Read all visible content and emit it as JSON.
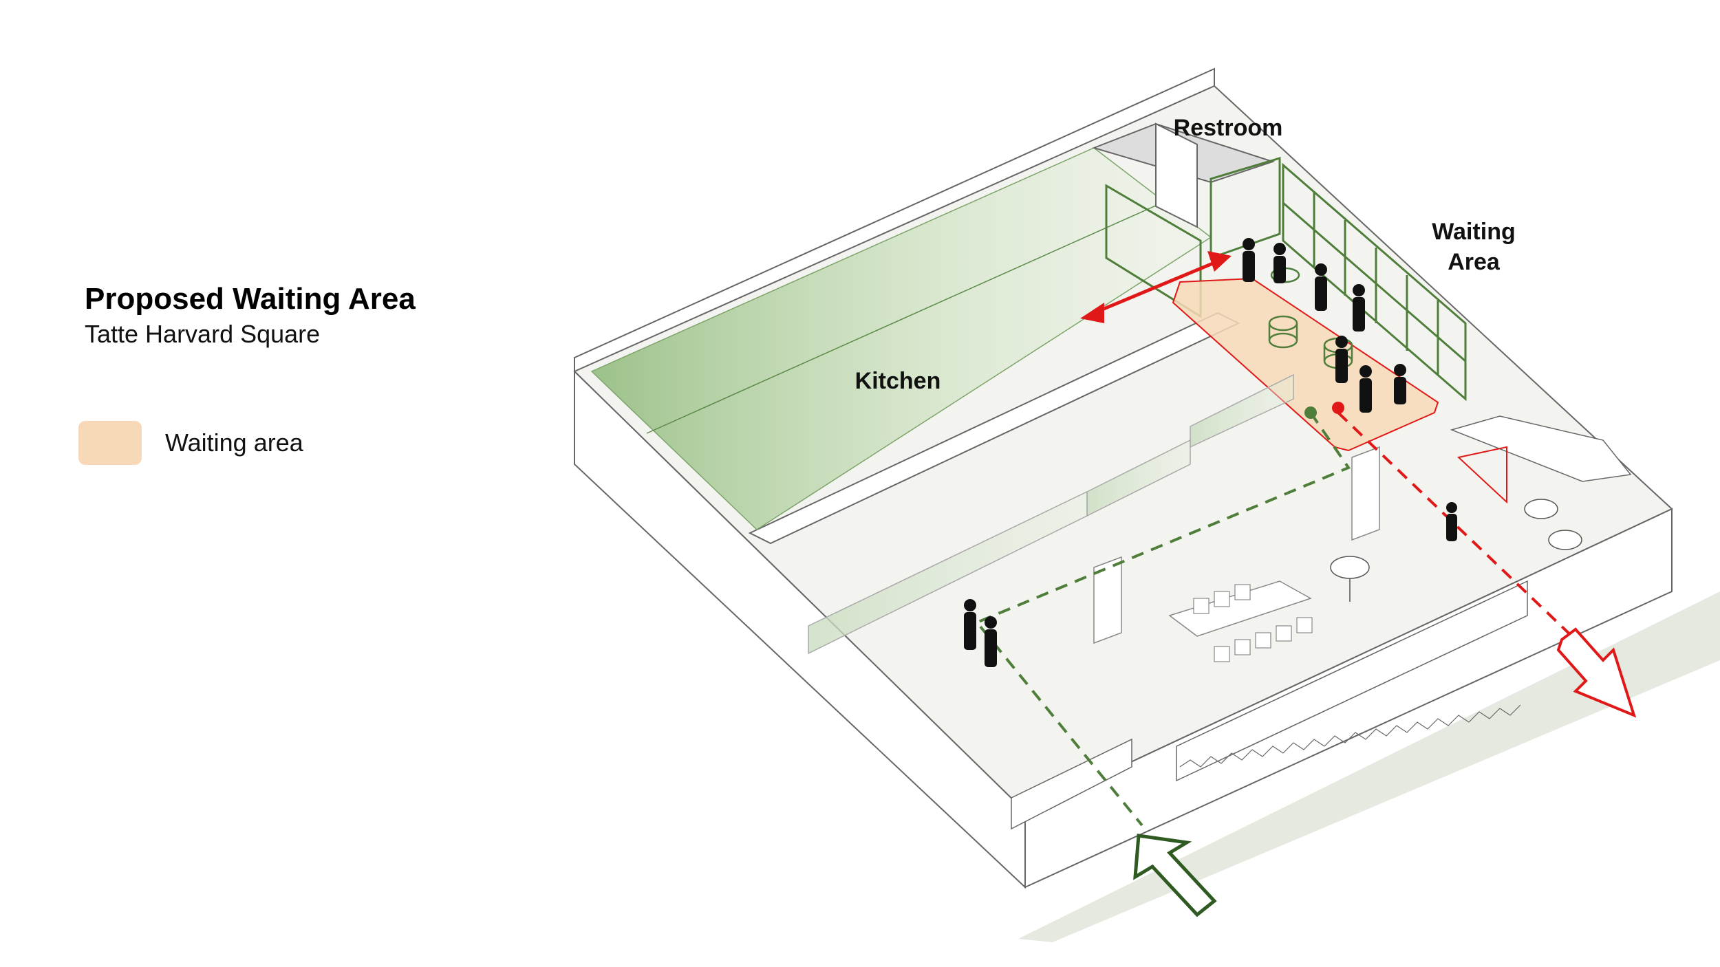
{
  "title": "Proposed Waiting Area",
  "subtitle": "Tatte Harvard Square",
  "legend": {
    "waiting_area_label": "Waiting area",
    "waiting_area_color": "#f7d9b8"
  },
  "rooms": {
    "restroom": "Restroom",
    "waiting_area_line1": "Waiting",
    "waiting_area_line2": "Area",
    "kitchen": "Kitchen"
  },
  "colors": {
    "kitchen_green": "#8db878",
    "green_line": "#4f7d3a",
    "dark_green_arrow": "#2f5a22",
    "red_path": "#e01818",
    "floor": "#f0f1ec",
    "wall_outline": "#666666"
  },
  "icons": {
    "entry_arrow": "entry-arrow-icon",
    "exit_arrow": "exit-arrow-icon",
    "double_arrow": "double-arrow-icon"
  }
}
